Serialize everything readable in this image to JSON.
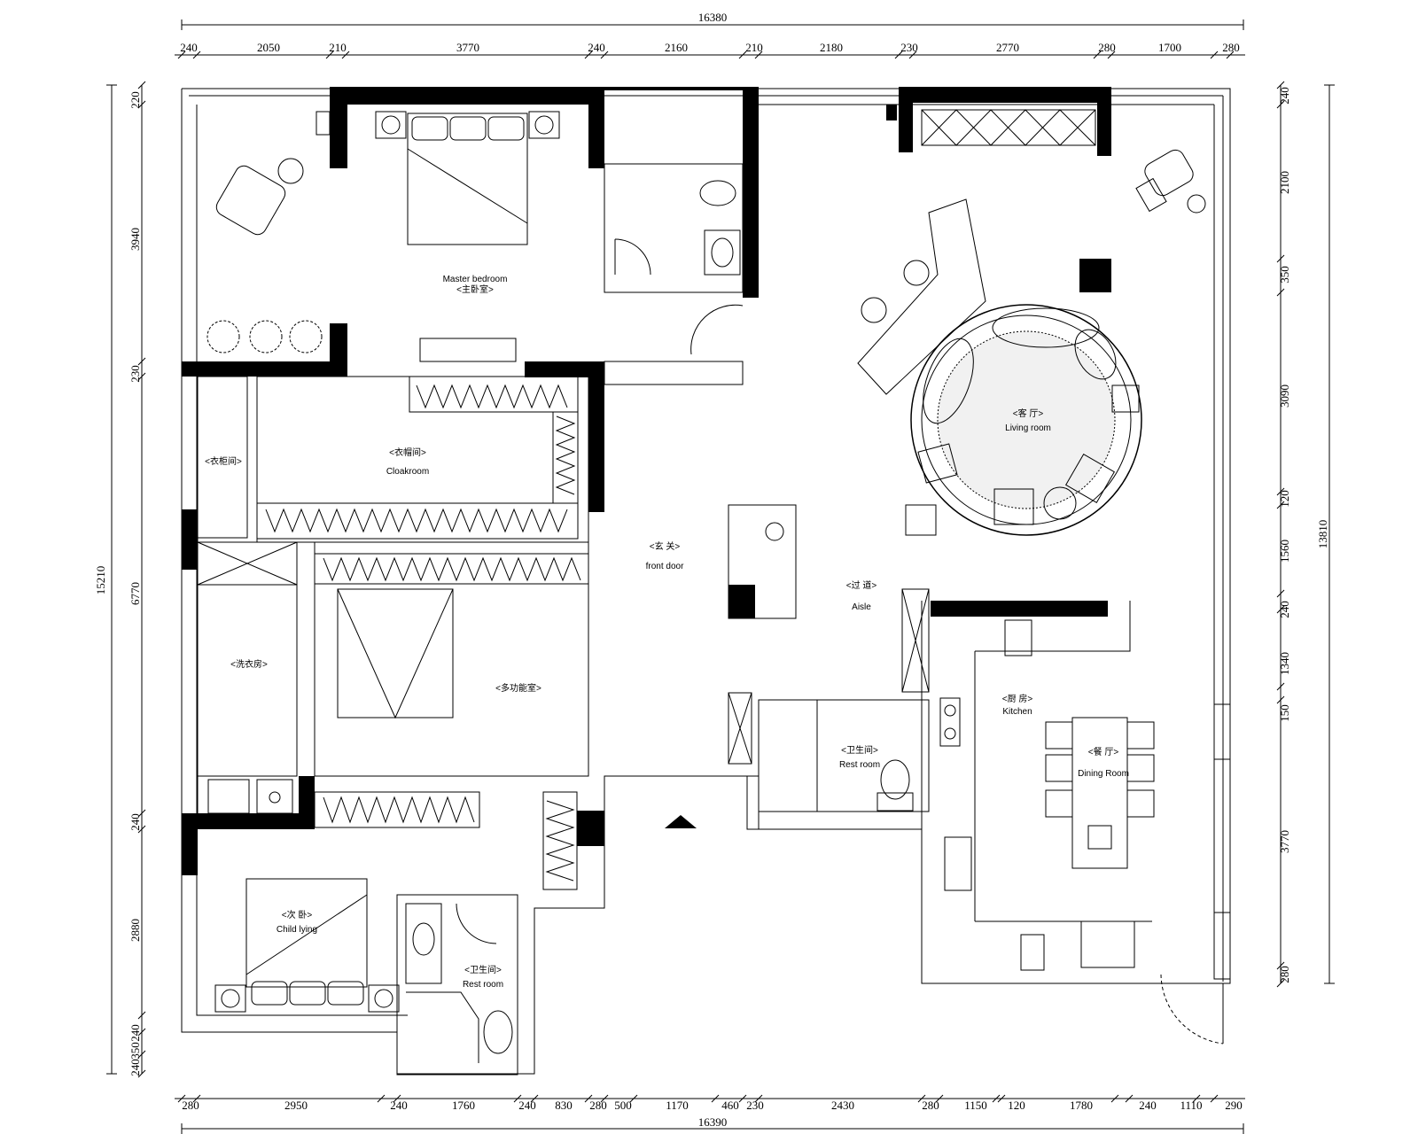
{
  "dimensions": {
    "top_total": "16380",
    "top_segments": [
      "240",
      "2050",
      "210",
      "3770",
      "240",
      "2160",
      "210",
      "2180",
      "230",
      "2770",
      "280",
      "1700",
      "280"
    ],
    "bottom_total": "16390",
    "bottom_segments": [
      "280",
      "2950",
      "240",
      "1760",
      "240",
      "830",
      "280",
      "500",
      "1170",
      "460",
      "230",
      "2430",
      "280",
      "1150",
      "120",
      "1780",
      "240",
      "1110",
      "290"
    ],
    "left_total": "15210",
    "left_segments": [
      "220",
      "3940",
      "230",
      "6770",
      "240",
      "2880",
      "240",
      "350",
      "240"
    ],
    "right_total": "13810",
    "right_segments": [
      "240",
      "2100",
      "350",
      "3090",
      "120",
      "1560",
      "240",
      "1340",
      "150",
      "3770",
      "280"
    ]
  },
  "rooms": {
    "master_bedroom": {
      "en": "Master bedroom",
      "cn": "<主卧室>"
    },
    "cloakroom": {
      "en": "Cloakroom",
      "cn": "<衣帽间>"
    },
    "storage": {
      "cn": "<衣柜间>"
    },
    "laundry": {
      "cn": "<洗衣房>"
    },
    "multi_room": {
      "cn": "<多功能室>"
    },
    "front_door": {
      "en": "front door",
      "cn": "<玄 关>"
    },
    "aisle": {
      "en": "Aisle",
      "cn": "<过 道>"
    },
    "living_room": {
      "en": "Living room",
      "cn": "<客 厅>"
    },
    "kitchen": {
      "en": "Kitchen",
      "cn": "<厨 房>"
    },
    "dining_room": {
      "en": "Dining Room",
      "cn": "<餐 厅>"
    },
    "restroom_main": {
      "en": "Rest room",
      "cn": "<卫生间>"
    },
    "restroom_child": {
      "en": "Rest room",
      "cn": "<卫生间>"
    },
    "child_bedroom": {
      "en": "Child lying",
      "cn": "<次 卧>"
    }
  }
}
